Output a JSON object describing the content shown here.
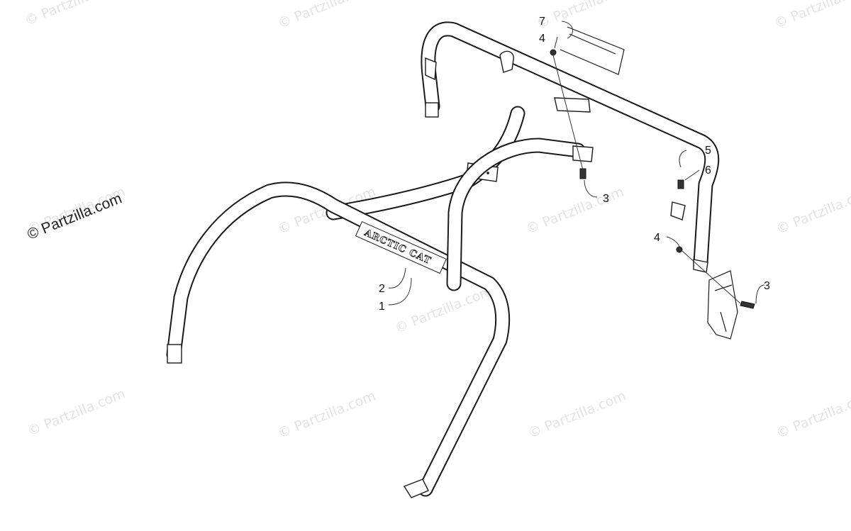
{
  "copyright": {
    "text": "© Partzilla.com"
  },
  "watermarks": [
    {
      "text": "© Partzilla.com"
    },
    {
      "text": "© Partzilla.com"
    },
    {
      "text": "© Partzilla.com"
    },
    {
      "text": "© Partzilla.com"
    },
    {
      "text": "© Partzilla.com"
    },
    {
      "text": "© Partzilla.com"
    },
    {
      "text": "© Partzilla.com"
    },
    {
      "text": "© Partzilla.com"
    },
    {
      "text": "© Partzilla.com"
    },
    {
      "text": "© Partzilla.com"
    },
    {
      "text": "© Partzilla.com"
    },
    {
      "text": "© Partzilla.com"
    },
    {
      "text": "© Partzilla.com"
    }
  ],
  "logo": {
    "text": "ARCTIC CAT"
  },
  "callouts": {
    "c1": "1",
    "c2": "2",
    "c3a": "3",
    "c3b": "3",
    "c4a": "4",
    "c4b": "4",
    "c5": "5",
    "c6": "6",
    "c7": "7"
  }
}
